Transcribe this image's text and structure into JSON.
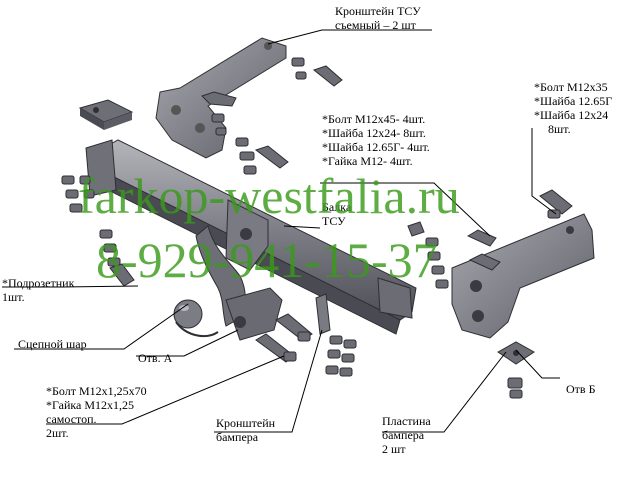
{
  "labels": {
    "tow_bracket": [
      "Кронштейн ТСУ",
      "съемный – 2 шт"
    ],
    "bolt_set_center": [
      "*Болт М12х45- 4шт.",
      "*Шайба 12х24- 8шт.",
      "*Шайба 12.65Г- 4шт.",
      "*Гайка М12- 4шт."
    ],
    "bolt_set_right": [
      "*Болт М12х35",
      "*Шайба 12.65Г",
      "*Шайба 12х24",
      "8шт."
    ],
    "beam": [
      "Балка",
      "ТСУ"
    ],
    "socket_bracket": [
      "*Подрозетник",
      "1шт."
    ],
    "ball": "Сцепной шар",
    "hole_a": "Отв. А",
    "bolt_set_bottom": [
      "*Болт М12х1,25х70",
      "*Гайка М12х1,25",
      "самостоп.",
      "2шт."
    ],
    "bumper_bracket": [
      "Кронштейн",
      "бампера"
    ],
    "bumper_plate": [
      "Пластина",
      "бампера",
      "2 шт"
    ],
    "hole_b": "Отв Б"
  },
  "watermark": {
    "site": "farkop-westfalia.ru",
    "phone": "8-929-941-15-37"
  },
  "colors": {
    "part_fill": "#8f8f96",
    "part_dark": "#4a4a52",
    "watermark": "#3a9a1c",
    "leader": "#000000"
  }
}
